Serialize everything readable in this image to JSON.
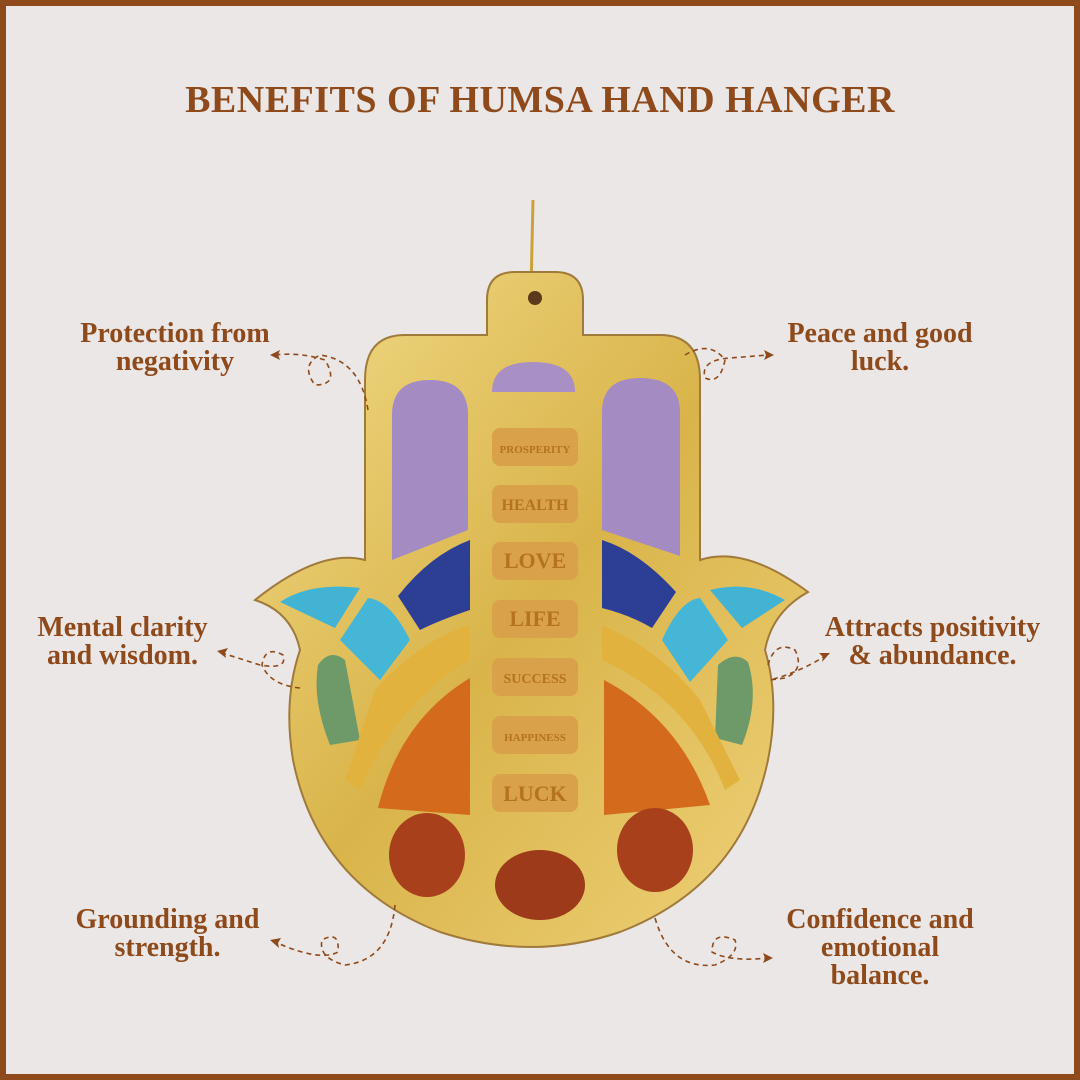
{
  "title": "BENEFITS OF HUMSA HAND HANGER",
  "benefits": {
    "top_left": [
      "Protection from",
      "negativity"
    ],
    "top_right": [
      "Peace and good",
      "luck."
    ],
    "mid_left": [
      "Mental clarity",
      "and wisdom."
    ],
    "mid_right": [
      "Attracts positivity",
      "& abundance."
    ],
    "bottom_left": [
      "Grounding and",
      "strength."
    ],
    "bottom_right": [
      "Confidence and",
      "emotional",
      "balance."
    ]
  },
  "hanger_words": [
    "PROSPERITY",
    "HEALTH",
    "LOVE",
    "LIFE",
    "SUCCESS",
    "HAPPINESS",
    "LUCK"
  ],
  "colors": {
    "brand": "#8f4a1c",
    "background": "#ebe7e6",
    "gold": "#e3c25a"
  }
}
